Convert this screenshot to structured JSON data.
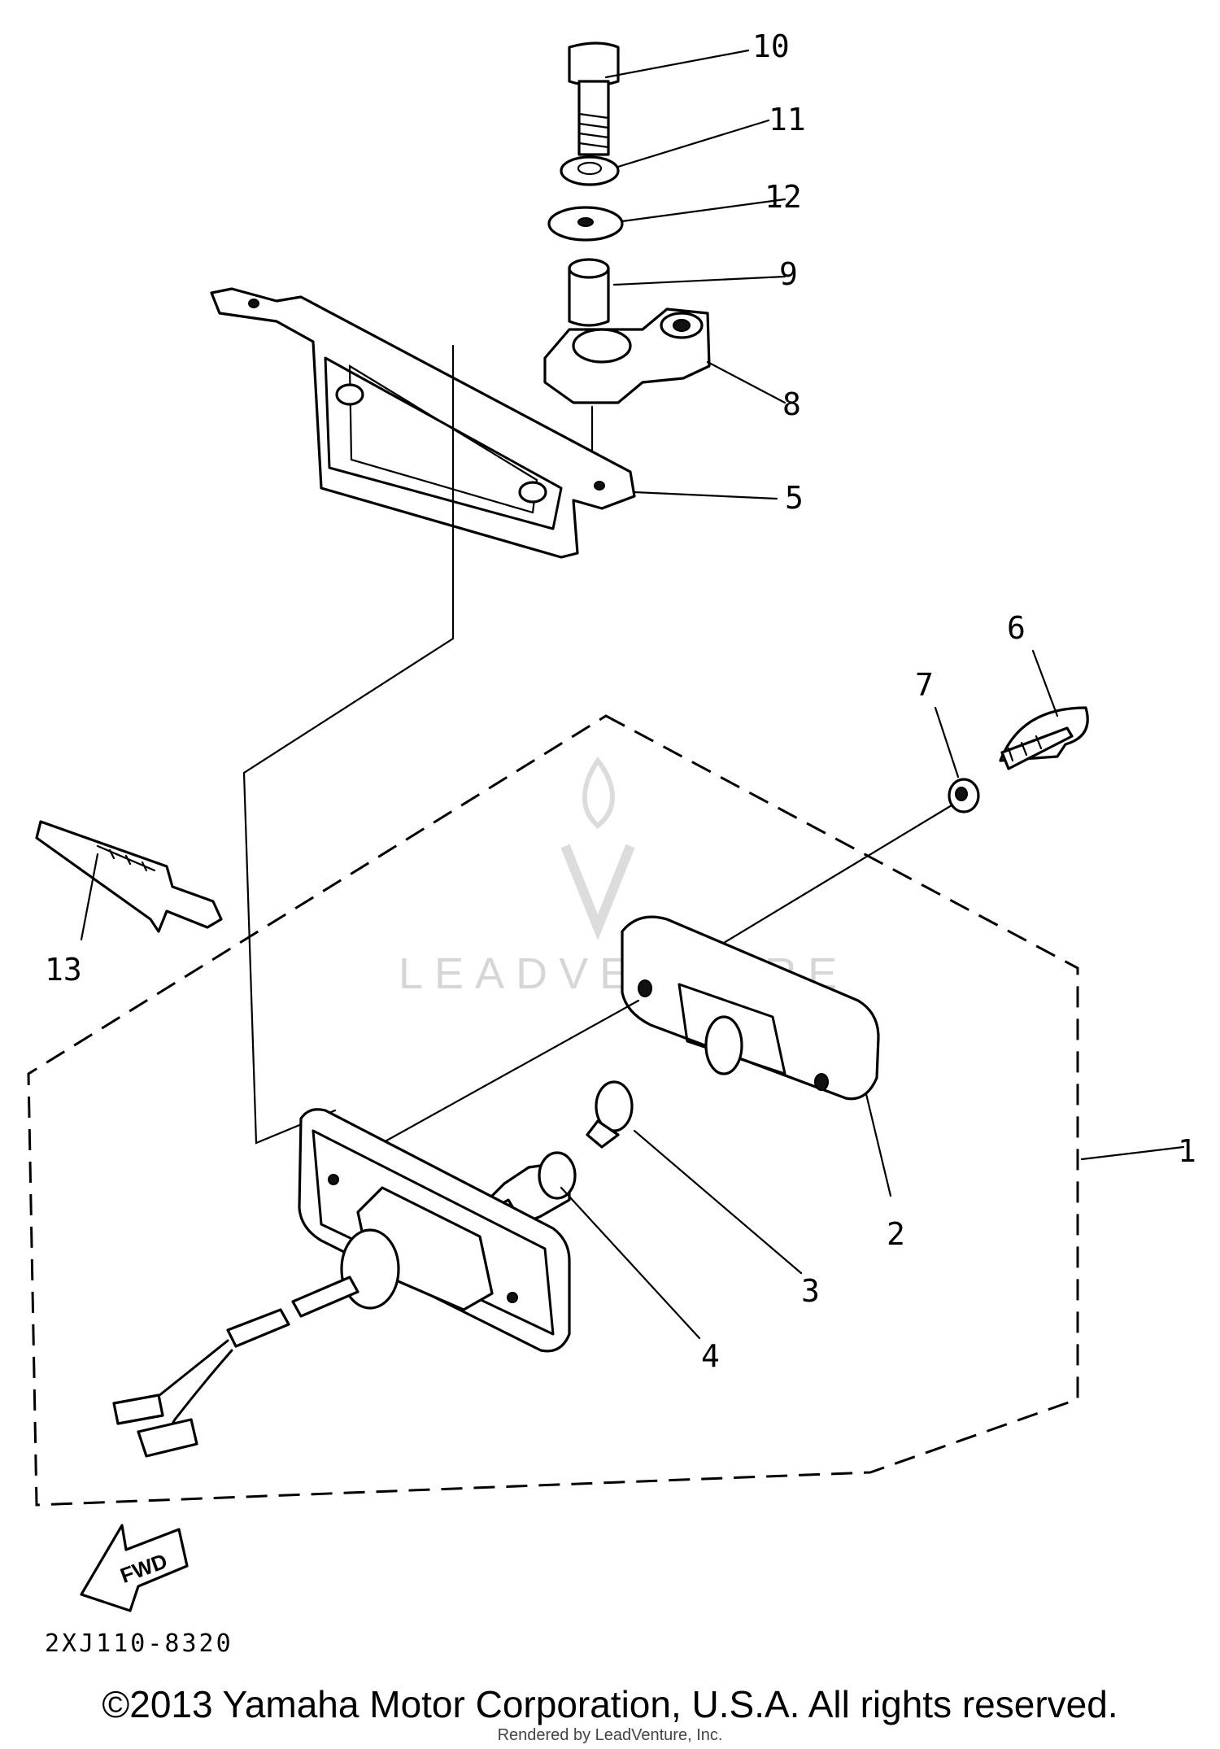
{
  "callouts": {
    "c1": "1",
    "c2": "2",
    "c3": "3",
    "c4": "4",
    "c5": "5",
    "c6": "6",
    "c7": "7",
    "c8": "8",
    "c9": "9",
    "c10": "10",
    "c11": "11",
    "c12": "12",
    "c13": "13"
  },
  "fwd_label": "FWD",
  "diagram_code": "2XJ110-8320",
  "watermark": "LEADVENTURE",
  "copyright": "©2013 Yamaha Motor Corporation, U.S.A. All rights reserved.",
  "rendered_by": "Rendered by LeadVenture, Inc."
}
